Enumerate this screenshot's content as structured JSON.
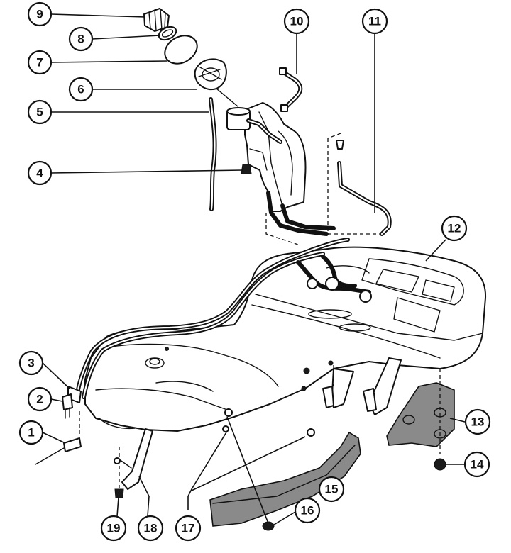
{
  "callouts": [
    {
      "num": "1",
      "part": "part-1"
    },
    {
      "num": "2",
      "part": "part-2"
    },
    {
      "num": "3",
      "part": "part-3"
    },
    {
      "num": "4",
      "part": "part-4"
    },
    {
      "num": "5",
      "part": "part-5"
    },
    {
      "num": "6",
      "part": "part-6"
    },
    {
      "num": "7",
      "part": "part-7"
    },
    {
      "num": "8",
      "part": "part-8"
    },
    {
      "num": "9",
      "part": "part-9"
    },
    {
      "num": "10",
      "part": "part-10"
    },
    {
      "num": "11",
      "part": "part-11"
    },
    {
      "num": "12",
      "part": "part-12"
    },
    {
      "num": "13",
      "part": "part-13"
    },
    {
      "num": "14",
      "part": "part-14"
    },
    {
      "num": "15",
      "part": "part-15"
    },
    {
      "num": "16",
      "part": "part-16"
    },
    {
      "num": "17",
      "part": "part-17"
    },
    {
      "num": "18",
      "part": "part-18"
    },
    {
      "num": "19",
      "part": "part-19"
    }
  ],
  "colors": {
    "ink": "#111111",
    "paper": "#ffffff",
    "shade": "#8a8a8a"
  }
}
